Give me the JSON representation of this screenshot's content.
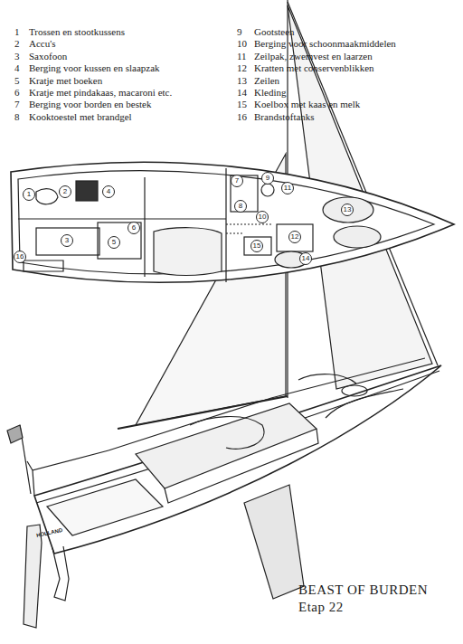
{
  "diagram": {
    "labels": [
      "1",
      "Trossen en stootkussens",
      "2",
      "Accu's",
      "3",
      "Saxofoon",
      "4",
      "Berging voor kussen en slaapzak",
      "5",
      "Kratje met boeken",
      "6",
      "Kratje met pindakaas, macaroni etc.",
      "7",
      "Berging voor borden en bestek",
      "8",
      "Kooktoestel met brandgel",
      "9",
      "Gootsteen",
      "10",
      "Berging voor schoonmaakmiddelen",
      "11",
      "Zeilpak, zwemvest en laarzen",
      "12",
      "Kratten met conservenblikken",
      "13",
      "Zeilen",
      "14",
      "Kleding",
      "15",
      "Koelbox met kaas en melk",
      "16",
      "Brandstoftanks",
      "1",
      "2",
      "3",
      "4",
      "5",
      "6",
      "7",
      "8",
      "9",
      "10",
      "11",
      "12",
      "13",
      "14",
      "15",
      "16",
      "HOLLAND",
      "BEAST OF BURDEN",
      "Etap 22"
    ]
  }
}
